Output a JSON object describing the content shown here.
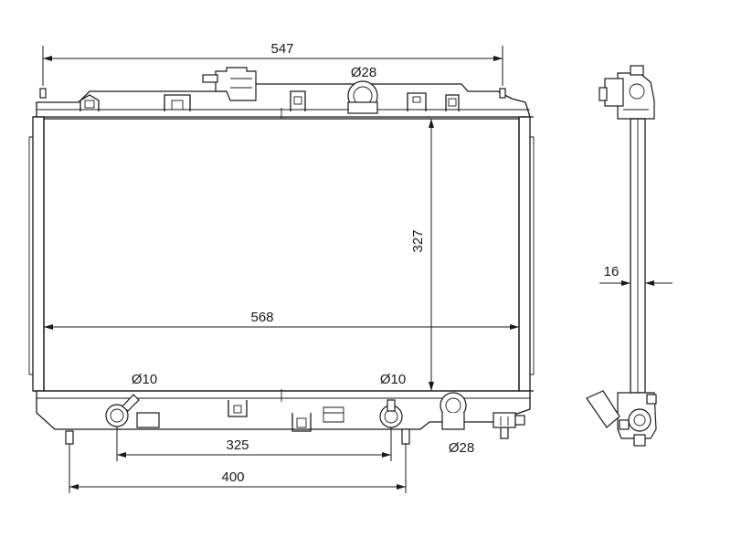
{
  "dimensions": {
    "overall_top_width": "547",
    "core_width": "568",
    "core_height": "327",
    "top_cap_diameter": "Ø28",
    "bottom_outlet_diameter": "Ø28",
    "left_pipe_diameter": "Ø10",
    "right_pipe_diameter": "Ø10",
    "pipe_spacing": "325",
    "mount_spacing": "400",
    "core_thickness": "16"
  },
  "colors": {
    "line": "#1a1a1a",
    "background": "#ffffff"
  }
}
